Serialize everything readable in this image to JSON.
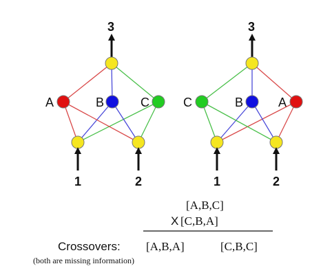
{
  "networks": [
    {
      "outputs": [
        "3"
      ],
      "hidden": [
        "A",
        "B",
        "C"
      ],
      "inputs": [
        "1",
        "2"
      ]
    },
    {
      "outputs": [
        "3"
      ],
      "hidden": [
        "C",
        "B",
        "A"
      ],
      "inputs": [
        "1",
        "2"
      ]
    }
  ],
  "crossover": {
    "parent1": "[A,B,C]",
    "operator": "X",
    "parent2": "[C,B,A]",
    "label": "Crossovers:",
    "child1": "[A,B,A]",
    "child2": "[C,B,C]",
    "note": "(both are missing information)"
  },
  "colors": {
    "A": "#e01010",
    "B": "#1010e0",
    "C": "#22cc22",
    "io_node": "#f5e620",
    "node_outline": "#777777"
  }
}
